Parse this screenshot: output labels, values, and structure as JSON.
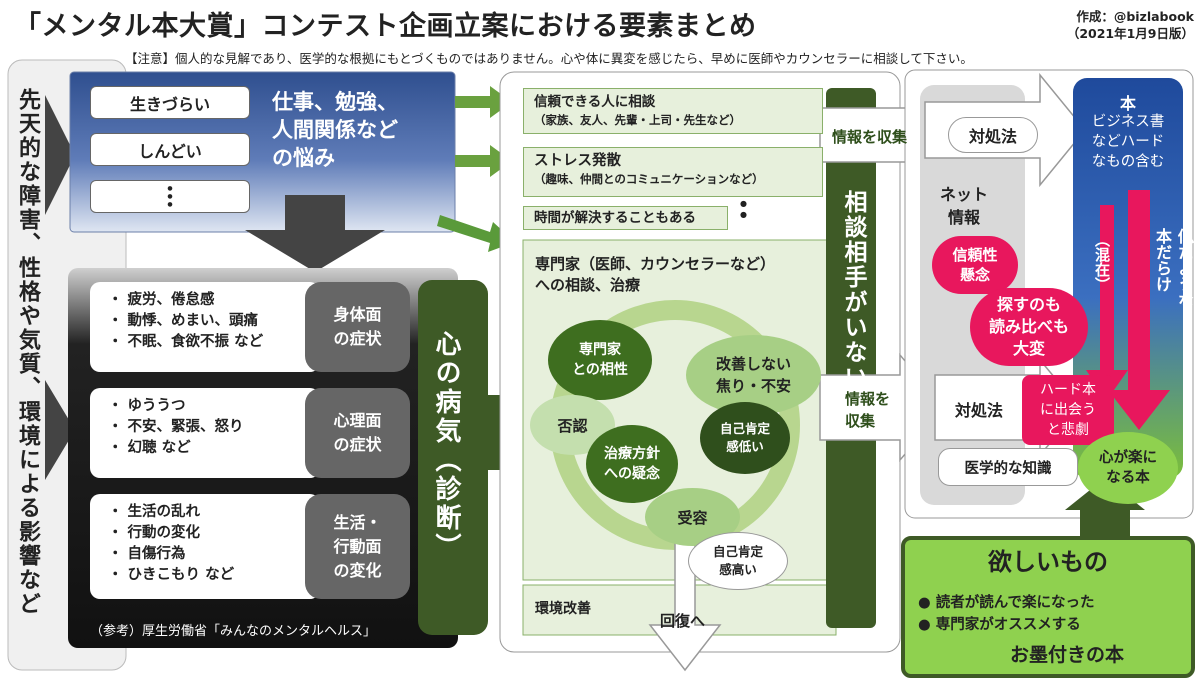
{
  "header": {
    "title": "「メンタル本大賞」コンテスト企画立案における要素まとめ",
    "author": "作成：@bizlabook",
    "date": "（2021年1月9日版）",
    "note": "【注意】個人的な見解であり、医学的な根拠にもとづくものではありません。心や体に異変を感じたら、早めに医師やカウンセラーに相談して下さい。"
  },
  "left": {
    "factors": "先天的な障害、性格や気質、環境による影響など",
    "troubles": [
      "生きづらい",
      "しんどい"
    ],
    "troubles_dots": "●\n●\n●",
    "troubles_caption": "仕事、勉強、\n人間関係など\nの悩み",
    "symptom_groups": [
      {
        "items": "・ 疲労、倦怠感\n・ 動悸、めまい、頭痛\n・ 不眠、食欲不振 など",
        "label": "身体面\nの症状"
      },
      {
        "items": "・ ゆううつ\n・ 不安、緊張、怒り\n・ 幻聴 など",
        "label": "心理面\nの症状"
      },
      {
        "items": "・ 生活の乱れ\n・ 行動の変化\n・ 自傷行為\n・ ひきこもり など",
        "label": "生活・\n行動面\nの変化"
      }
    ],
    "illness": "心の病気（診断）",
    "reference": "（参考）厚生労働省「みんなのメンタルヘルス」"
  },
  "middle": {
    "consult": {
      "title": "信頼できる人に相談",
      "sub": "（家族、友人、先輩・上司・先生など）"
    },
    "stress": {
      "title": "ストレス発散",
      "sub": "（趣味、仲間とのコミュニケーションなど）"
    },
    "time": "時間が解決することもある",
    "dots": "●\n●",
    "expert": "専門家（医師、カウンセラーなど）\nへの相談、治療",
    "cycle": {
      "compat": "専門家\nとの相性",
      "no_improve": "改善しない\n焦り・不安",
      "denial": "否認",
      "doubt": "治療方針\nへの疑念",
      "low_esteem": "自己肯定\n感低い",
      "accept": "受容",
      "high_esteem": "自己肯定\n感高い"
    },
    "environment": "環境改善",
    "recovery": "回復へ",
    "no_one": "相談相手がいない",
    "collect1": "情報を収集",
    "collect2": "情報を\n収集"
  },
  "right": {
    "coping_top": "対処法",
    "net_info": "ネット\n情報",
    "reliability": "信頼性\n懸念",
    "search": "探すのも\n読み比べも\n大変",
    "coping2": "対処法",
    "medical": "医学的な知識",
    "books": "本",
    "books_sub": "ビジネス書\nなどハード\nなもの含む",
    "mixed": "（混在）",
    "similar": "似たような\n本だらけ",
    "hard_book": "ハード本\nに出会う\nと悲劇",
    "easy_book": "心が楽に\nなる本"
  },
  "want": {
    "title": "欲しいもの",
    "items": [
      "読者が読んで楽になった",
      "専門家がオススメする"
    ],
    "stamp": "お墨付きの本"
  }
}
